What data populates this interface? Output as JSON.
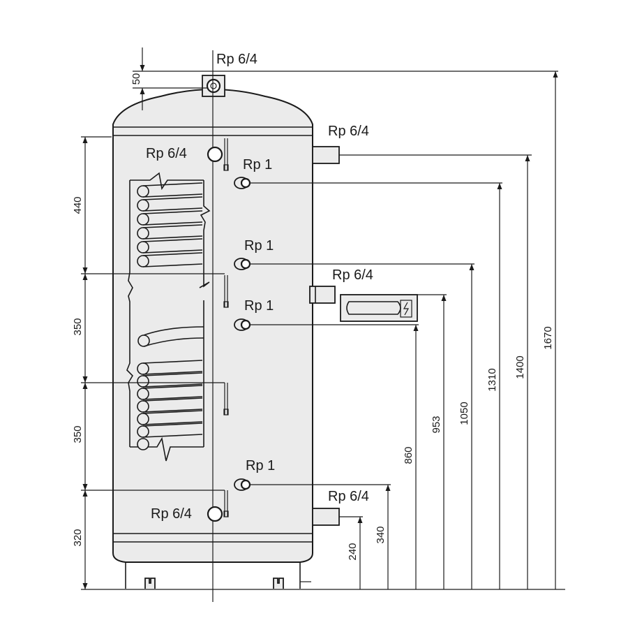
{
  "diagram": {
    "connections": {
      "top_outlet": "Rp 6/4",
      "side_upper": "Rp 6/4",
      "sensor_upper": "Rp 6/4",
      "rp1_a": "Rp 1",
      "rp1_b": "Rp 1",
      "side_middle": "Rp 6/4",
      "rp1_c": "Rp 1",
      "rp1_d": "Rp 1",
      "side_lower": "Rp 6/4",
      "sensor_lower": "Rp 6/4"
    },
    "left_dimensions": {
      "top_offset": "50",
      "d440": "440",
      "d350a": "350",
      "d350b": "350",
      "d320": "320"
    },
    "right_dimensions": {
      "d240": "240",
      "d340": "340",
      "d860": "860",
      "d953": "953",
      "d1050": "1050",
      "d1310": "1310",
      "d1400": "1400",
      "d1670": "1670"
    }
  }
}
